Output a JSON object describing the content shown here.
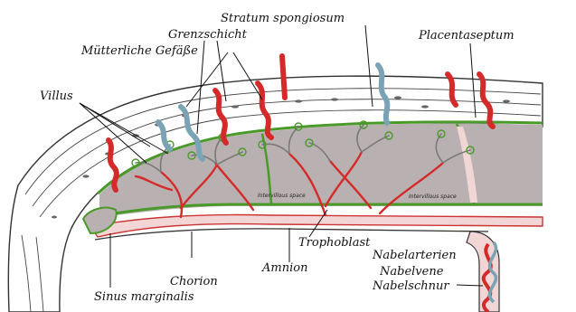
{
  "labels": {
    "stratum_spongiosum": "Stratum spongiosum",
    "grenzschicht": "Grenzschicht",
    "mutterliche_gefasse": "Mütterliche Gefäße",
    "placentaseptum": "Placentaseptum",
    "villus": "Villus",
    "trophoblast": "Trophoblast",
    "nabelarterien": "Nabelarterien",
    "nabelvene": "Nabelvene",
    "nabelschnur": "Nabelschnur",
    "amnion": "Amnion",
    "chorion": "Chorion",
    "sinus_marginalis": "Sinus marginalis",
    "intervillous_space_1": "Intervillous space",
    "intervillous_space_2": "Intervillous space"
  },
  "colors": {
    "artery_red": "#d42a2a",
    "vein_blue": "#7aa3b6",
    "chorion_green": "#4a9a2a",
    "intervillous_gray": "#b9b1b1",
    "tissue_pink": "#f2d6d6"
  }
}
